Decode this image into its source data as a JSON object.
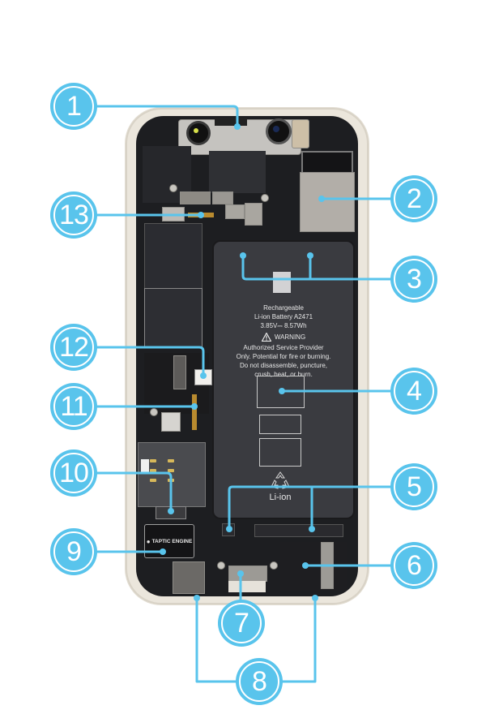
{
  "diagram": {
    "title": "iPhone internal components",
    "accent_color": "#59c4ec",
    "callouts": [
      {
        "number": "1"
      },
      {
        "number": "2"
      },
      {
        "number": "3"
      },
      {
        "number": "4"
      },
      {
        "number": "5"
      },
      {
        "number": "6"
      },
      {
        "number": "7"
      },
      {
        "number": "8"
      },
      {
        "number": "9"
      },
      {
        "number": "10"
      },
      {
        "number": "11"
      },
      {
        "number": "12"
      },
      {
        "number": "13"
      }
    ],
    "battery_label": {
      "line1": "Rechargeable",
      "line2": "Li-ion Battery A2471",
      "line3": "3.85V⎓ 8.57Wh",
      "warning_icon": "warning-triangle-icon",
      "warning": "WARNING",
      "line4": "Authorized Service Provider",
      "line5": "Only.  Potential for fire or burning.",
      "line6": "Do not disassemble, puncture,",
      "line7": "crush, heat, or burn.",
      "recycle_icon": "recycle-icon",
      "chemistry": "Li-ion"
    },
    "taptic_engine": {
      "logo_icon": "apple-logo-icon",
      "label": "TAPTIC ENGINE"
    }
  }
}
